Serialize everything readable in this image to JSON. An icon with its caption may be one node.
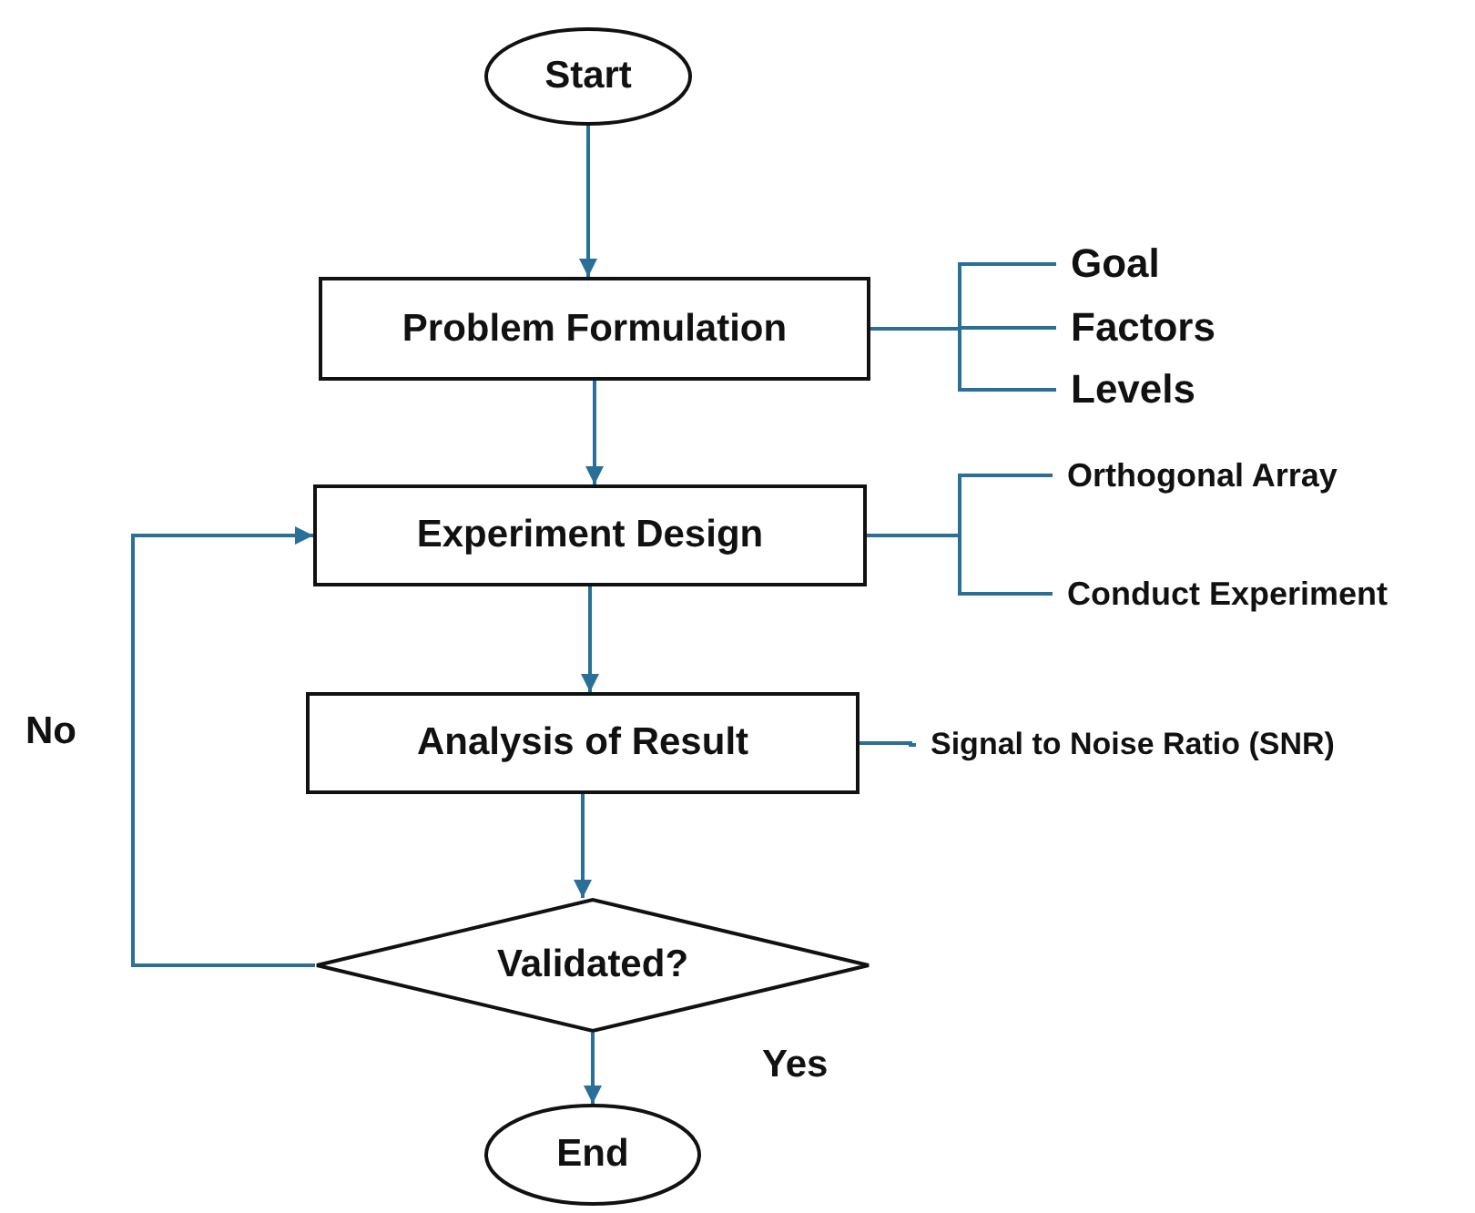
{
  "diagram": {
    "nodes": [
      {
        "text": [
          "Start"
        ]
      },
      {
        "text": [
          "Problem Formulation"
        ]
      },
      {
        "text": [
          "Experiment Design"
        ]
      },
      {
        "text": [
          "Analysis of Result"
        ]
      },
      {
        "text": [
          "Validated?"
        ]
      },
      {
        "text": [
          "End"
        ]
      },
      {
        "text": [
          "Goal"
        ]
      },
      {
        "text": [
          "Factors"
        ]
      },
      {
        "text": [
          "Levels"
        ]
      },
      {
        "text": [
          "Orthogonal Array"
        ]
      },
      {
        "text": [
          "Conduct Experiment"
        ]
      },
      {
        "text": [
          "Signal to Noise Ratio (SNR)"
        ]
      }
    ],
    "edges": [
      {
        "from": 0,
        "to": 1,
        "arrow": "to"
      },
      {
        "from": 1,
        "to": 2,
        "arrow": "to"
      },
      {
        "from": 2,
        "to": 3,
        "arrow": "to"
      },
      {
        "from": 3,
        "to": 4,
        "arrow": "to"
      },
      {
        "from": 4,
        "to": 5,
        "arrow": "to",
        "label": "Yes"
      },
      {
        "from": 4,
        "to": 2,
        "arrow": "to",
        "label": "No"
      },
      {
        "from": 1,
        "to": 6,
        "arrow": "none"
      },
      {
        "from": 1,
        "to": 7,
        "arrow": "none"
      },
      {
        "from": 1,
        "to": 8,
        "arrow": "none"
      },
      {
        "from": 2,
        "to": 9,
        "arrow": "none"
      },
      {
        "from": 2,
        "to": 10,
        "arrow": "none"
      },
      {
        "from": 3,
        "to": 11,
        "arrow": "none"
      }
    ]
  }
}
